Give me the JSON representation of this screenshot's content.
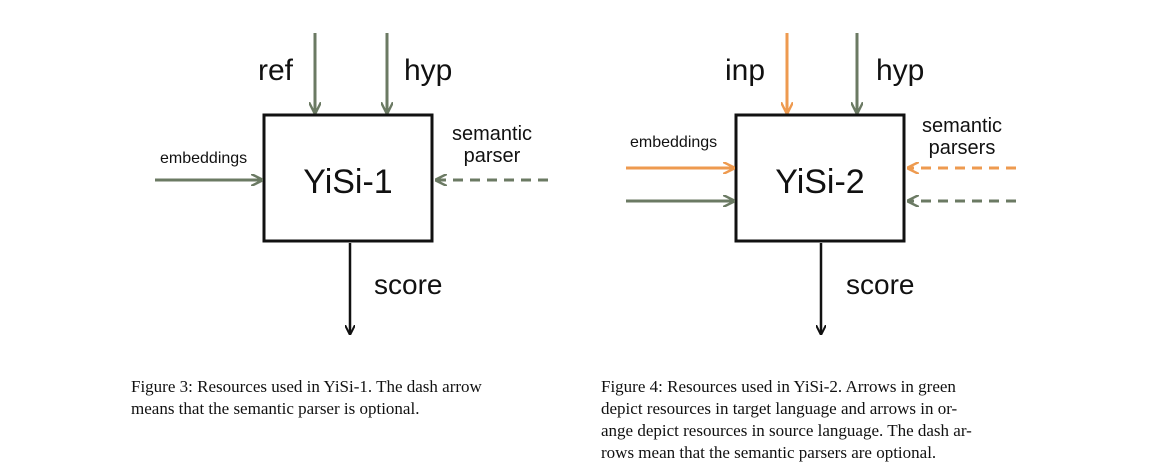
{
  "colors": {
    "green": "#6b7a63",
    "orange": "#ee9a4f",
    "dark": "#111111"
  },
  "figure3": {
    "box_label": "YiSi-1",
    "inputs": {
      "ref": "ref",
      "hyp": "hyp"
    },
    "left_label": "embeddings",
    "right_label_lines": [
      "semantic",
      "parser"
    ],
    "output_label": "score",
    "caption_lines": [
      "Figure 3:  Resources used in YiSi-1.  The dash arrow",
      "means that the semantic parser is optional."
    ]
  },
  "figure4": {
    "box_label": "YiSi-2",
    "inputs": {
      "inp": "inp",
      "hyp": "hyp"
    },
    "left_label": "embeddings",
    "right_label_lines": [
      "semantic",
      "parsers"
    ],
    "output_label": "score",
    "caption_lines": [
      "Figure 4: Resources used in YiSi-2.  Arrows in green",
      "depict resources in target language and arrows in or-",
      "ange depict resources in source language. The dash ar-",
      "rows mean that the semantic parsers are optional."
    ]
  }
}
